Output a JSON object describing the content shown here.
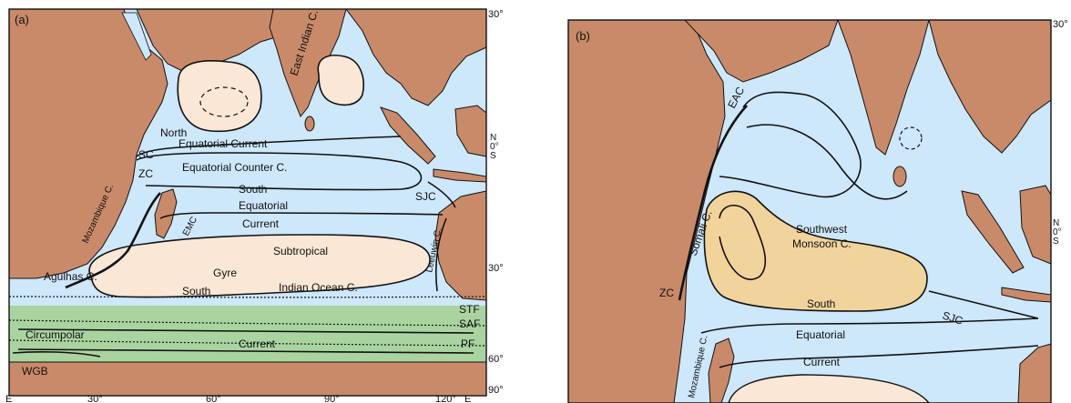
{
  "colors": {
    "ocean": "#cde7fb",
    "land": "#c98a6a",
    "gyre_light": "#fbe7d6",
    "gyre_dark": "#f1d49c",
    "circumpolar": "#a9d4a0"
  },
  "panel_a": {
    "tag": "(a)",
    "lat_ticks": {
      "n30": "30°",
      "s30": "30°",
      "s60": "60°",
      "s90": "90°"
    },
    "lon_ticks": {
      "e_left": "E",
      "l30": "30°",
      "l60": "60°",
      "l90": "90°",
      "l120": "120°",
      "e_right": "E"
    },
    "equator": {
      "n": "N",
      "zero": "0°",
      "s": "S"
    },
    "labels": {
      "east_indian": "East Indian C.",
      "north": "North",
      "equatorial_current": "Equatorial Current",
      "sc": "SC",
      "zc": "ZC",
      "counter": "Equatorial Counter C.",
      "south": "South",
      "equatorial": "Equatorial",
      "current": "Current",
      "sjc": "SJC",
      "mozambique": "Mozambique C.",
      "emc": "EMC",
      "subtropical": "Subtropical",
      "gyre": "Gyre",
      "agulhas": "Agulhas C.",
      "south2": "South",
      "indian_ocean": "Indian Ocean C.",
      "leeuwin": "Leeuwin C.",
      "stf": "STF",
      "saf": "SAF",
      "pf": "PF",
      "circumpolar": "Circumpolar",
      "current2": "Current",
      "wgb": "WGB"
    }
  },
  "panel_b": {
    "tag": "(b)",
    "lat_ticks": {
      "n30": "30°"
    },
    "equator": {
      "n": "N",
      "zero": "0°",
      "s": "S"
    },
    "labels": {
      "eac": "EAC",
      "somali": "Somali C.",
      "southwest": "Southwest",
      "monsoon": "Monsoon C.",
      "zc": "ZC",
      "south": "South",
      "sjc": "SJC",
      "mozambique": "Mozambique C.",
      "equatorial": "Equatorial",
      "current": "Current"
    }
  }
}
